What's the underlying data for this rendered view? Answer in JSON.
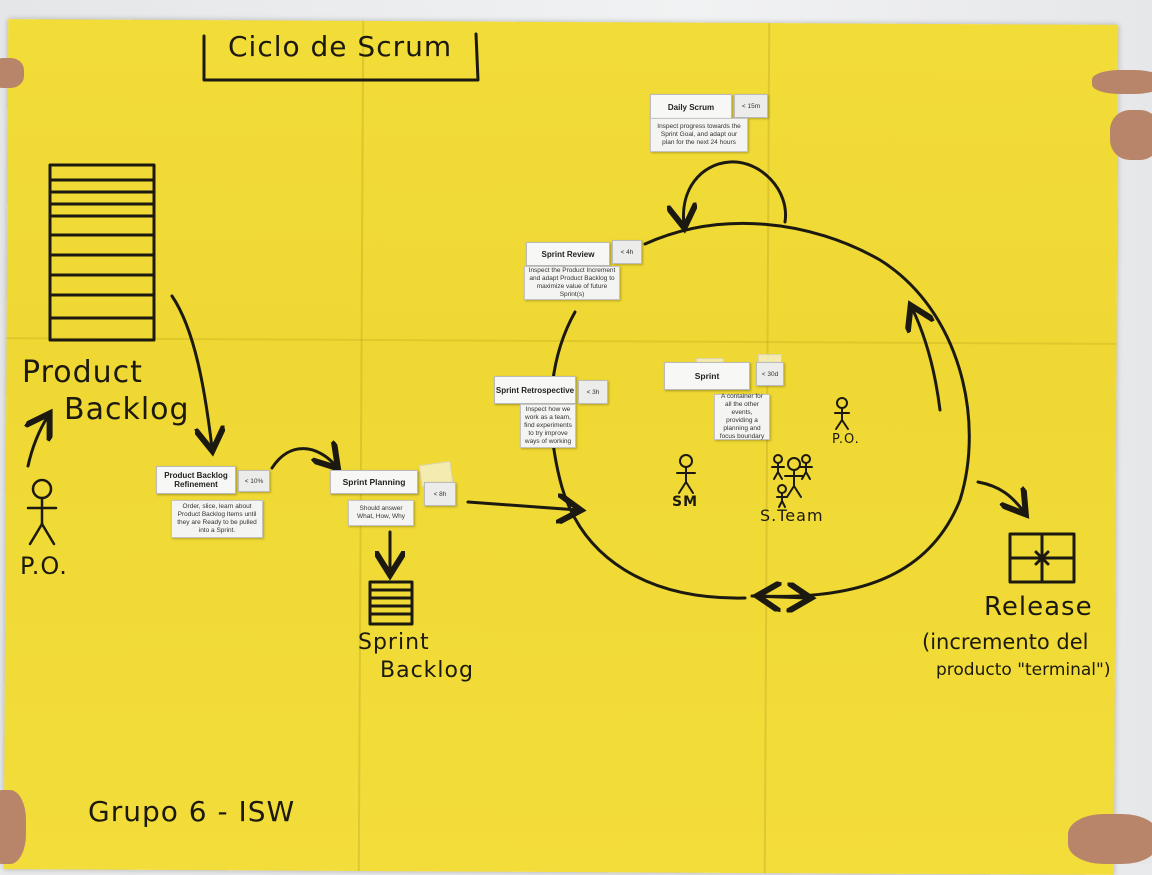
{
  "poster": {
    "title": "Ciclo de Scrum",
    "group": "Grupo 6 - ISW",
    "product_backlog": {
      "line1": "Product",
      "line2": "Backlog"
    },
    "po_left": "P.O.",
    "sprint_backlog": {
      "line1": "Sprint",
      "line2": "Backlog"
    },
    "sm": "SM",
    "po_right": "P.O.",
    "team": "S.Team",
    "release": {
      "title": "Release",
      "line1": "(incremento del",
      "line2": "producto \"terminal\")"
    }
  },
  "cards": {
    "refinement": {
      "title": "Product Backlog Refinement",
      "time": "< 10%",
      "desc": "Order, slice, learn about Product Backlog Items until they are Ready to be pulled into a Sprint."
    },
    "planning": {
      "title": "Sprint Planning",
      "time": "< 8h",
      "desc": "Should answer What, How, Why"
    },
    "retrospective": {
      "title": "Sprint Retrospective",
      "time": "< 3h",
      "desc": "Inspect how we work as a team, find experiments to try improve ways of working"
    },
    "review": {
      "title": "Sprint Review",
      "time": "< 4h",
      "desc": "Inspect the Product Increment and adapt Product Backlog to maximize value of future Sprint(s)"
    },
    "daily": {
      "title": "Daily Scrum",
      "time": "< 15m",
      "desc": "Inspect progress towards the Sprint Goal, and adapt our plan for the next 24 hours"
    },
    "sprint": {
      "title": "Sprint",
      "time": "< 30d",
      "desc": "A container for all the other events, providing a planning and focus boundary"
    }
  },
  "colors": {
    "paper": "#f0d935",
    "ink": "#1c1a10",
    "card": "#f7f7f5"
  }
}
